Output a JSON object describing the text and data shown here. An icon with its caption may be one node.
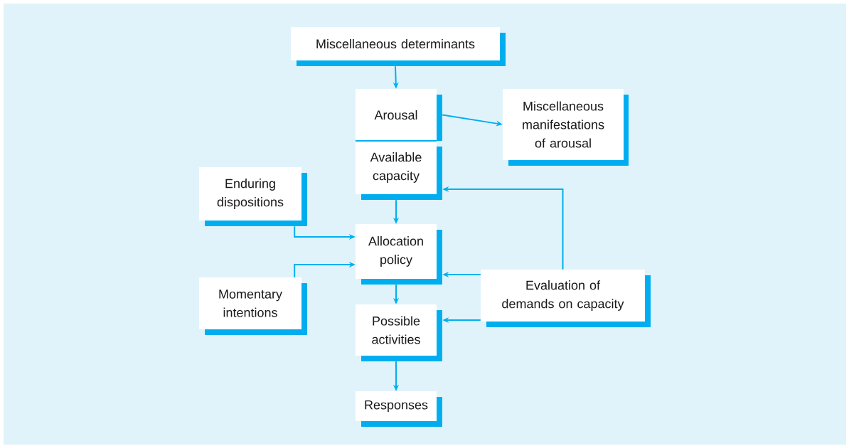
{
  "diagram": {
    "nodes": [
      {
        "text": [
          "Miscellaneous determinants"
        ]
      },
      {
        "text": [
          "Arousal"
        ]
      },
      {
        "text": [
          "Available capacity"
        ]
      },
      {
        "text": [
          "Miscellaneous manifestations of arousal"
        ]
      },
      {
        "text": [
          "Enduring dispositions"
        ]
      },
      {
        "text": [
          "Allocation policy"
        ]
      },
      {
        "text": [
          "Momentary intentions"
        ]
      },
      {
        "text": [
          "Evaluation of demands on capacity"
        ]
      },
      {
        "text": [
          "Possible activities"
        ]
      },
      {
        "text": [
          "Responses"
        ]
      }
    ],
    "edges": [
      {
        "from": 0,
        "to": 1,
        "arrow": "to"
      },
      {
        "from": 1,
        "to": 3,
        "arrow": "to"
      },
      {
        "from": 2,
        "to": 5,
        "arrow": "to"
      },
      {
        "from": 4,
        "to": 5,
        "arrow": "to"
      },
      {
        "from": 6,
        "to": 5,
        "arrow": "to"
      },
      {
        "from": 7,
        "to": 2,
        "arrow": "to"
      },
      {
        "from": 7,
        "to": 5,
        "arrow": "to"
      },
      {
        "from": 7,
        "to": 8,
        "arrow": "to"
      },
      {
        "from": 5,
        "to": 8,
        "arrow": "to"
      },
      {
        "from": 8,
        "to": 9,
        "arrow": "to"
      }
    ]
  }
}
